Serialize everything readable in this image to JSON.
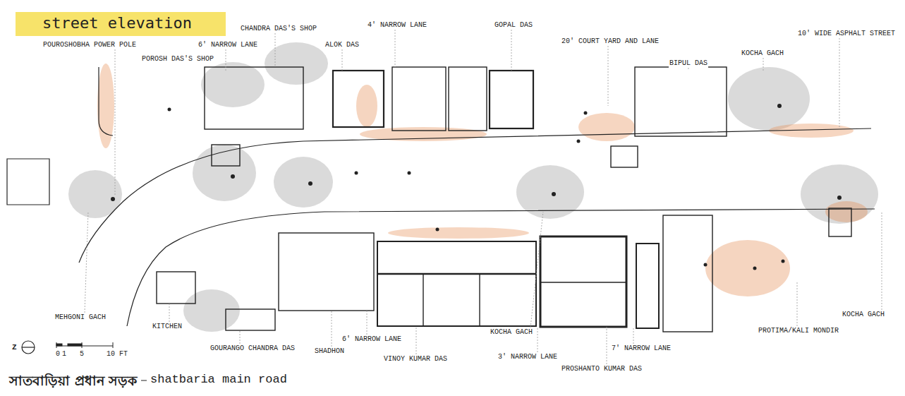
{
  "diagram": {
    "title": "street elevation",
    "caption": "shatbaria main road",
    "labels": [
      "POUROSHOBHA POWER POLE",
      "POROSH DAS'S SHOP",
      "6' NARROW LANE",
      "CHANDRA DAS'S SHOP",
      "ALOK DAS",
      "4' NARROW LANE",
      "GOPAL DAS",
      "20' COURT YARD AND LANE",
      "BIPUL DAS",
      "KOCHA GACH",
      "10' WIDE ASPHALT STREET",
      "MEHGONI GACH",
      "KITCHEN",
      "GOURANGO CHANDRA DAS",
      "SHADHON",
      "6' NARROW LANE",
      "VINOY KUMAR DAS",
      "KOCHA GACH",
      "3' NARROW LANE",
      "PROSHANTO KUMAR DAS",
      "7' NARROW LANE",
      "PROTIMA/KALI MONDIR",
      "KOCHA GACH",
      "Z",
      "0",
      "1",
      "5",
      "10 FT",
      "সাতবাড়িয়া প্রধান সড়ক"
    ]
  }
}
